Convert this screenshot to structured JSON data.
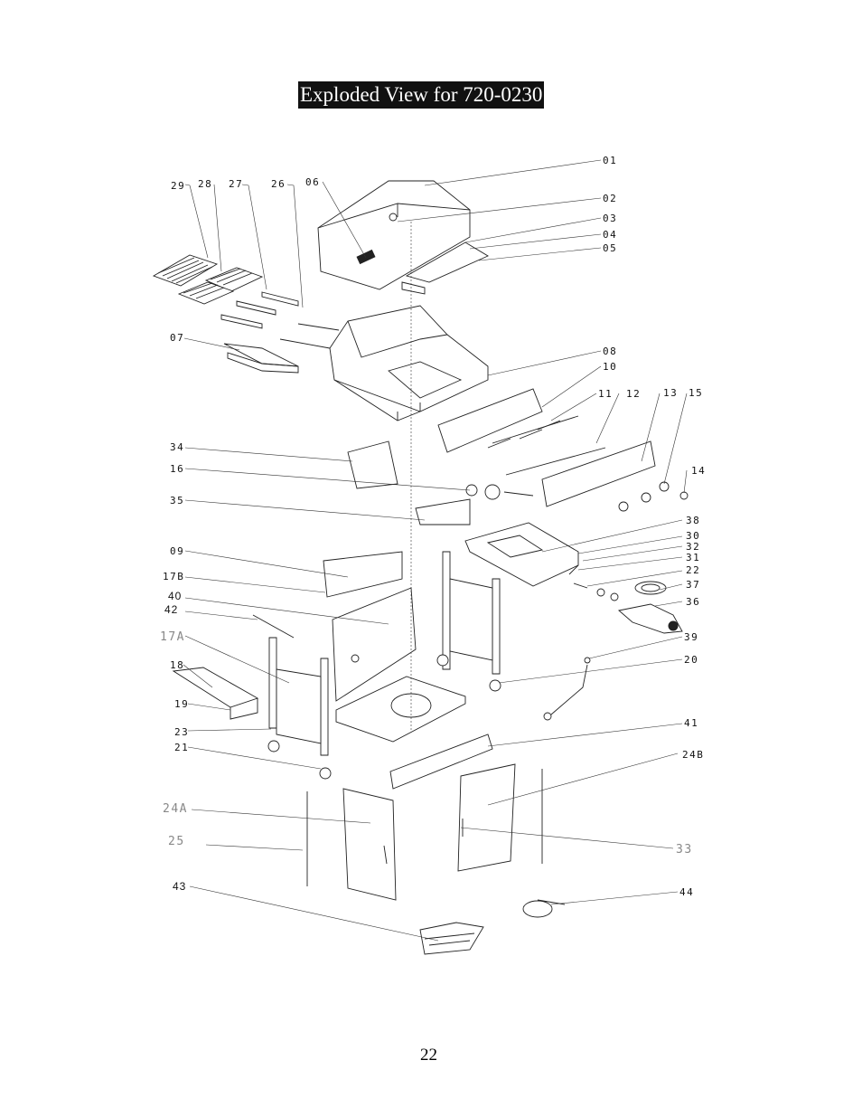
{
  "title": "Exploded View for 720-0230",
  "page_number": "22",
  "callouts": [
    "01",
    "02",
    "03",
    "04",
    "05",
    "06",
    "07",
    "08",
    "10",
    "11",
    "12",
    "13",
    "14",
    "15",
    "26",
    "27",
    "28",
    "29",
    "34",
    "16",
    "35",
    "09",
    "17B",
    "40",
    "42",
    "17A",
    "18",
    "19",
    "23",
    "21",
    "38",
    "30",
    "32",
    "31",
    "22",
    "37",
    "36",
    "39",
    "20",
    "41",
    "24B",
    "24A",
    "25",
    "33",
    "43",
    "44"
  ]
}
